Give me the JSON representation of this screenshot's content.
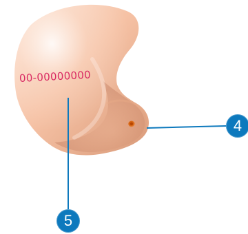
{
  "device": {
    "serial_text": "00-00000000",
    "shell_color": "#f6c2a5",
    "serial_color": "#d92a63"
  },
  "callouts": [
    {
      "label": "4",
      "color": "#0d79bd"
    },
    {
      "label": "5",
      "color": "#0d79bd"
    }
  ]
}
